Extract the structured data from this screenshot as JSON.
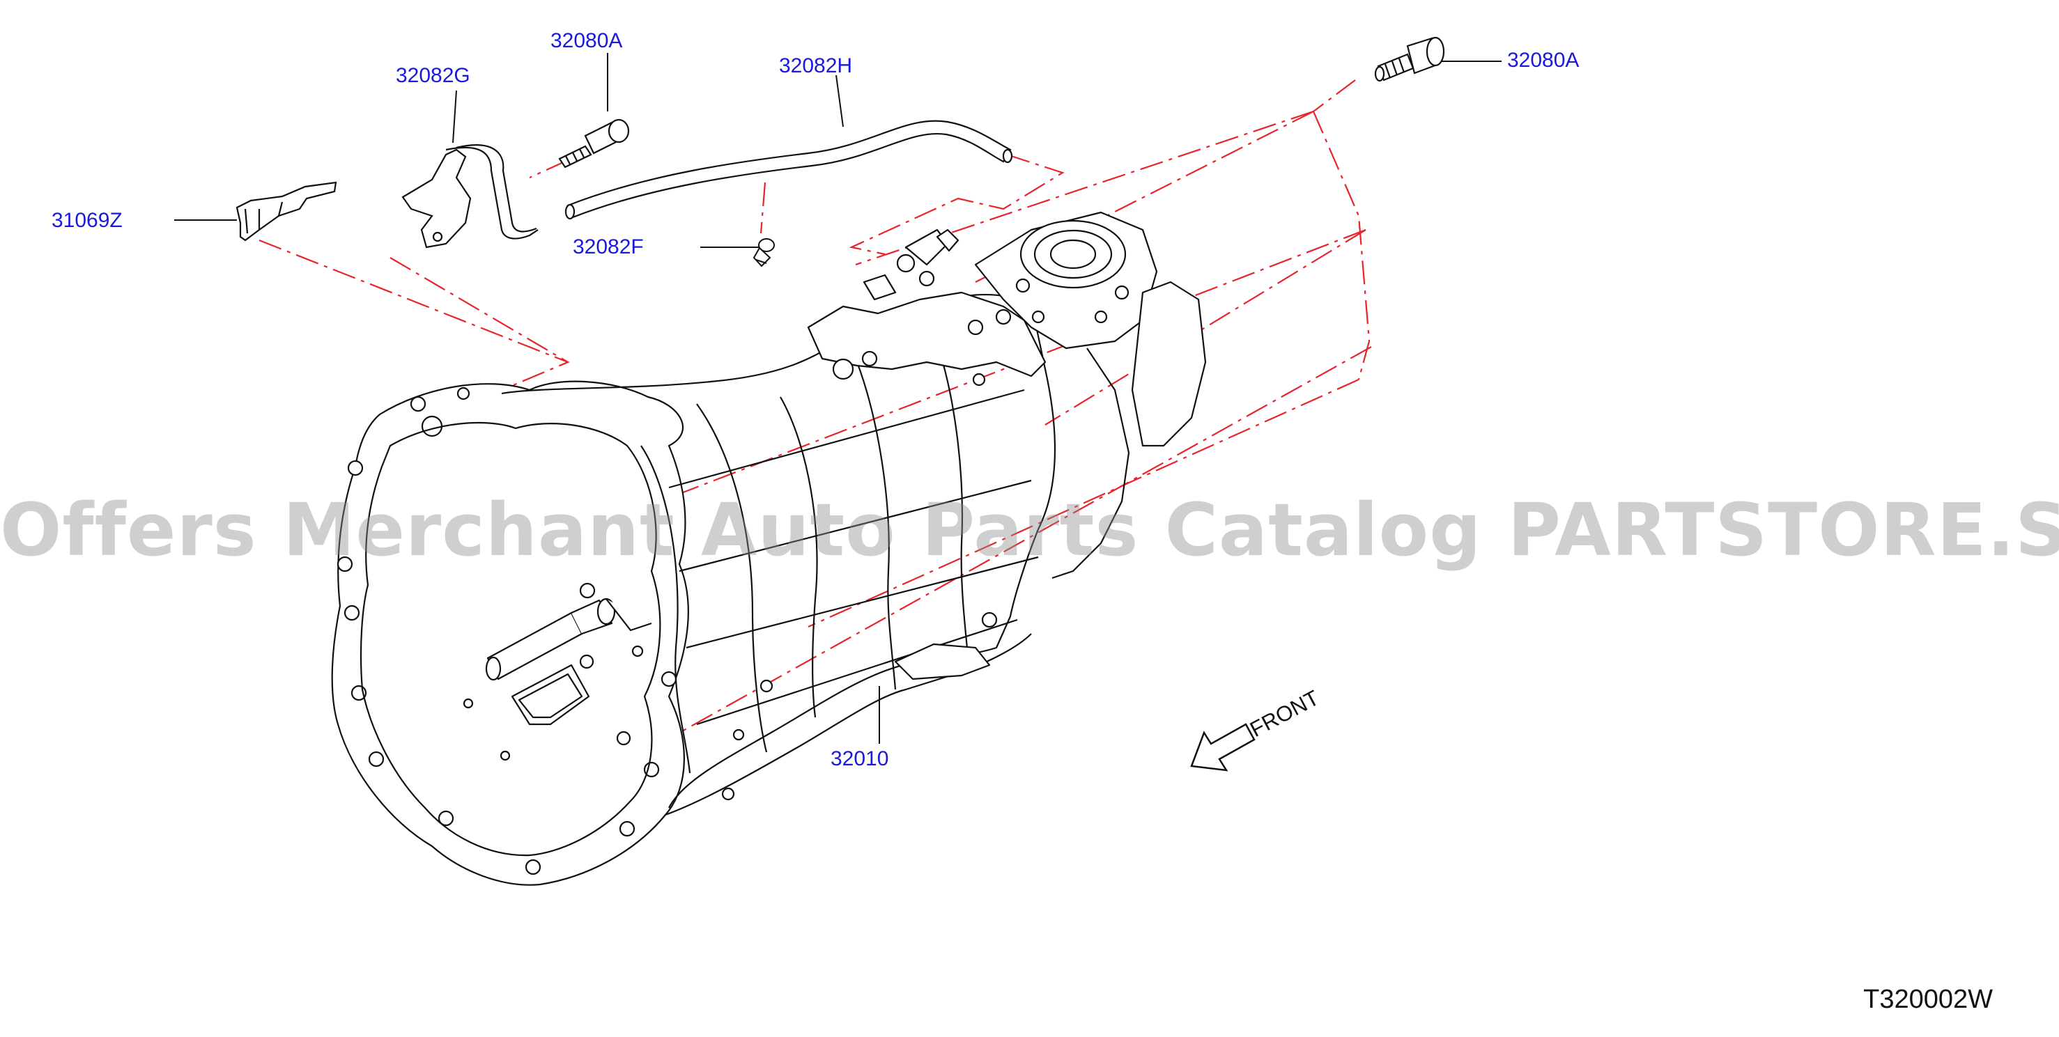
{
  "diagram": {
    "callouts": [
      {
        "id": "c1",
        "label": "32080A"
      },
      {
        "id": "c2",
        "label": "32082G"
      },
      {
        "id": "c3",
        "label": "32082H"
      },
      {
        "id": "c4",
        "label": "32080A"
      },
      {
        "id": "c5",
        "label": "31069Z"
      },
      {
        "id": "c6",
        "label": "32082F"
      },
      {
        "id": "c7",
        "label": "32010"
      }
    ],
    "front_label": "FRONT",
    "diagram_code": "T320002W",
    "watermark": "Offers Merchant Auto Parts Catalog PARTSTORE.SA"
  },
  "colors": {
    "callout": "#1a1adc",
    "phantom_line": "#e8232b",
    "drawing": "#111111"
  }
}
